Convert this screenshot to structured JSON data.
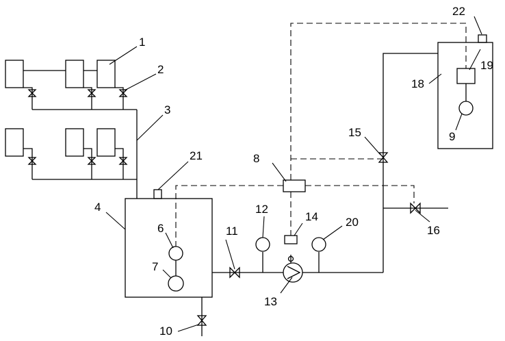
{
  "labels": {
    "n1": "1",
    "n2": "2",
    "n3": "3",
    "n4": "4",
    "n6": "6",
    "n7": "7",
    "n8": "8",
    "n9": "9",
    "n10": "10",
    "n11": "11",
    "n12": "12",
    "n13": "13",
    "n14": "14",
    "n15": "15",
    "n16": "16",
    "n18": "18",
    "n19": "19",
    "n20": "20",
    "n21": "21",
    "n22": "22"
  },
  "colors": {
    "line": "#000000",
    "background": "#ffffff"
  }
}
